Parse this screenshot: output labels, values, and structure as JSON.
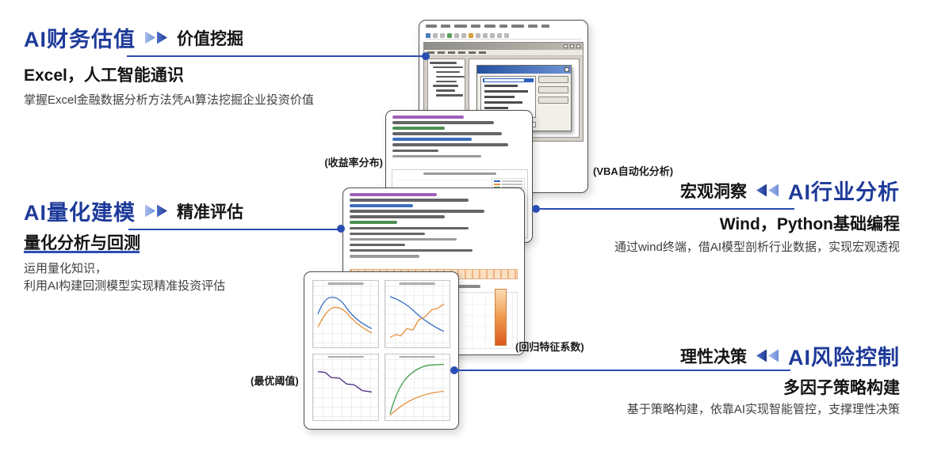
{
  "palette": {
    "title_blue": "#1e3a99",
    "connector_blue": "#2a4db3",
    "text_black": "#141414",
    "text_gray": "#3f3f3f",
    "histogram_green": "#5e9c56",
    "histogram_orange": "#e67e22",
    "histogram_red": "#b03a2e",
    "gradient_bar_orange": "#d95a1e"
  },
  "modules": {
    "valuation": {
      "title": "AI财务估值",
      "tagline": "价值挖掘",
      "subtitle": "Excel，人工智能通识",
      "desc": "掌握Excel金融数据分析方法凭AI算法挖掘企业投资价值"
    },
    "quant": {
      "title": "AI量化建模",
      "tagline": "精准评估",
      "subtitle": "量化分析与回测",
      "desc_line1": "运用量化知识，",
      "desc_line2": "利用AI构建回测模型实现精准投资评估"
    },
    "industry": {
      "title": "AI行业分析",
      "tagline": "宏观洞察",
      "subtitle": "Wind，Python基础编程",
      "desc": "通过wind终端，借AI模型剖析行业数据，实现宏观透视"
    },
    "risk": {
      "title": "AI风险控制",
      "tagline": "理性决策",
      "subtitle": "多因子策略构建",
      "desc": "基于策略构建，依靠AI实现智能管控，支撑理性决策"
    }
  },
  "captions": {
    "returns": "(收益率分布)",
    "vba": "(VBA自动化分析)",
    "regression": "(回归特征系数)",
    "threshold": "(最优阈值)"
  }
}
